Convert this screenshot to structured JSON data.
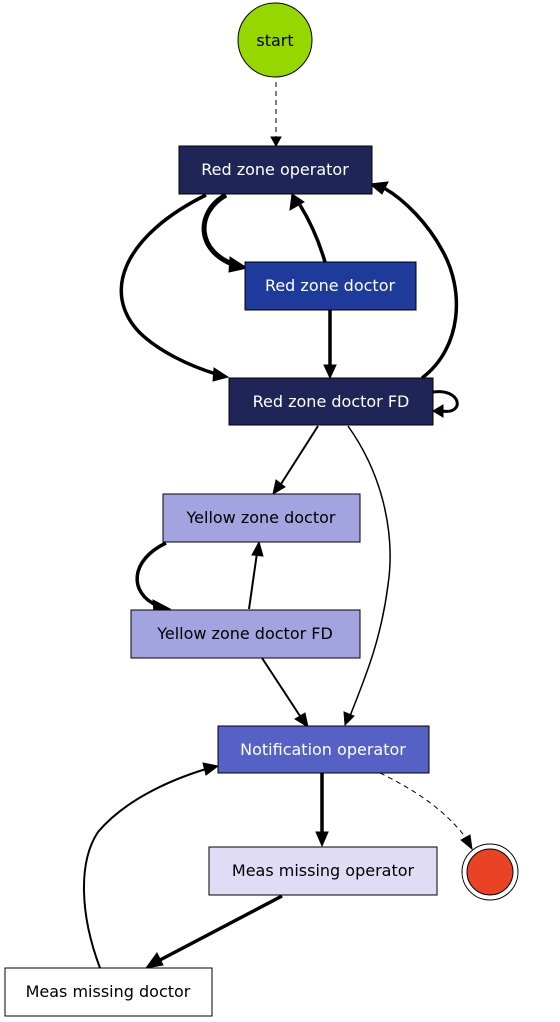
{
  "diagram": {
    "nodes": [
      {
        "id": "start",
        "label": "start",
        "fill": "#97d700",
        "text_color": "#000000"
      },
      {
        "id": "red_op",
        "label": "Red zone operator",
        "fill": "#1f2657",
        "text_color": "#ffffff"
      },
      {
        "id": "red_doc",
        "label": "Red zone doctor",
        "fill": "#1e3a9a",
        "text_color": "#ffffff"
      },
      {
        "id": "red_fd",
        "label": "Red zone doctor FD",
        "fill": "#1f2657",
        "text_color": "#ffffff"
      },
      {
        "id": "yel_doc",
        "label": "Yellow zone doctor",
        "fill": "#a3a3e0",
        "text_color": "#000000"
      },
      {
        "id": "yel_fd",
        "label": "Yellow zone doctor FD",
        "fill": "#a3a3e0",
        "text_color": "#000000"
      },
      {
        "id": "notif",
        "label": "Notification operator",
        "fill": "#5661c6",
        "text_color": "#ffffff"
      },
      {
        "id": "meas_op",
        "label": "Meas missing operator",
        "fill": "#e1dcf6",
        "text_color": "#000000"
      },
      {
        "id": "meas_doc",
        "label": "Meas missing doctor",
        "fill": "#ffffff",
        "text_color": "#000000"
      },
      {
        "id": "end",
        "label": "",
        "fill": "#ea4225",
        "text_color": "#000000"
      }
    ],
    "edges": [
      {
        "from": "start",
        "to": "red_op",
        "style": "dashed",
        "weight": "thin"
      },
      {
        "from": "red_op",
        "to": "red_doc",
        "style": "solid",
        "weight": "heaviest"
      },
      {
        "from": "red_doc",
        "to": "red_op",
        "style": "solid",
        "weight": "heavy"
      },
      {
        "from": "red_op",
        "to": "red_fd",
        "style": "solid",
        "weight": "heavy"
      },
      {
        "from": "red_doc",
        "to": "red_fd",
        "style": "solid",
        "weight": "heavy"
      },
      {
        "from": "red_fd",
        "to": "red_op",
        "style": "solid",
        "weight": "heavy"
      },
      {
        "from": "red_fd",
        "to": "red_fd",
        "style": "solid",
        "weight": "heavy"
      },
      {
        "from": "red_fd",
        "to": "yel_doc",
        "style": "solid",
        "weight": "medium"
      },
      {
        "from": "red_fd",
        "to": "notif",
        "style": "solid",
        "weight": "thin"
      },
      {
        "from": "yel_doc",
        "to": "yel_fd",
        "style": "solid",
        "weight": "heavy"
      },
      {
        "from": "yel_fd",
        "to": "yel_doc",
        "style": "solid",
        "weight": "medium"
      },
      {
        "from": "yel_fd",
        "to": "notif",
        "style": "solid",
        "weight": "medium"
      },
      {
        "from": "notif",
        "to": "meas_op",
        "style": "solid",
        "weight": "heavy"
      },
      {
        "from": "notif",
        "to": "end",
        "style": "dashed",
        "weight": "thin"
      },
      {
        "from": "meas_op",
        "to": "meas_doc",
        "style": "solid",
        "weight": "heavy"
      },
      {
        "from": "meas_doc",
        "to": "notif",
        "style": "solid",
        "weight": "medium"
      }
    ]
  }
}
